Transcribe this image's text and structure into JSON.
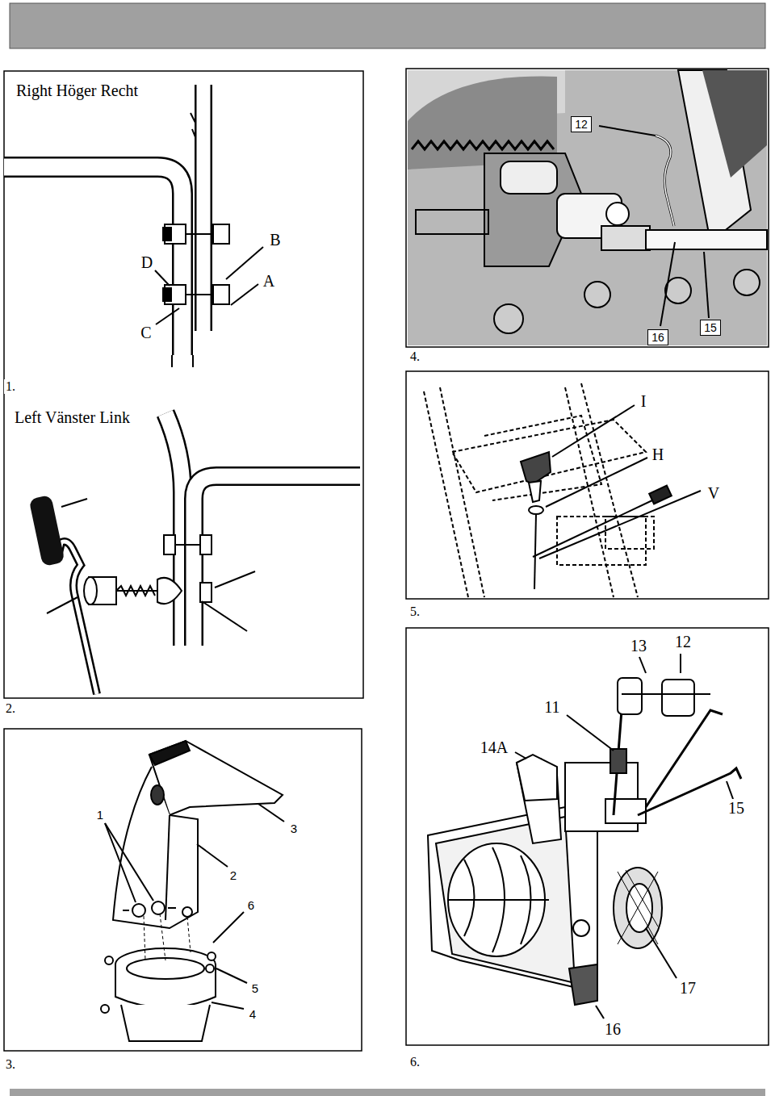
{
  "diagram": {
    "labels": [
      "Right Höger Recht",
      "B",
      "D",
      "A",
      "C",
      "1.",
      "12",
      "16",
      "15",
      "4.",
      "Left Vänster Link",
      "2.",
      "I",
      "H",
      "V",
      "5.",
      "1",
      "3",
      "2",
      "6",
      "5",
      "4",
      "3.",
      "13",
      "12",
      "11",
      "14A",
      "15",
      "17",
      "16",
      "6."
    ]
  }
}
